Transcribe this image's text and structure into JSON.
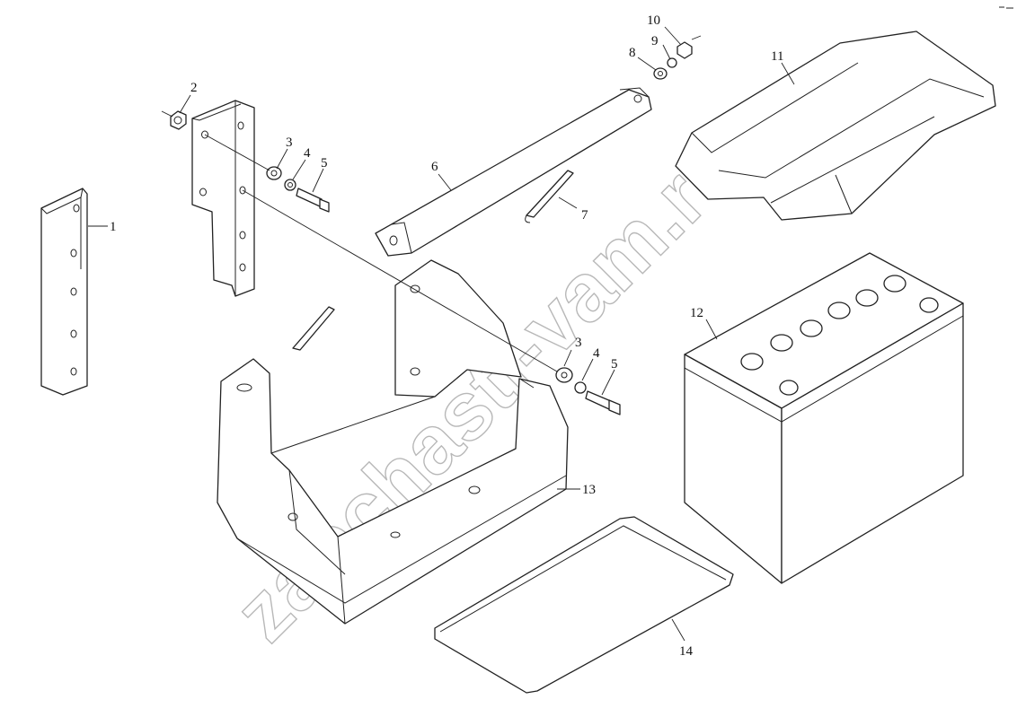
{
  "diagram": {
    "type": "exploded-parts-view",
    "callouts": [
      "1",
      "2",
      "3",
      "4",
      "5",
      "6",
      "7",
      "8",
      "9",
      "10",
      "11",
      "12",
      "13",
      "14"
    ],
    "repeated_callouts": [
      "3",
      "4",
      "5"
    ],
    "watermark": "zapchasti-vam.ru",
    "colors": {
      "line": "#222222",
      "background": "#ffffff",
      "watermark": "#b8b8b8"
    }
  }
}
